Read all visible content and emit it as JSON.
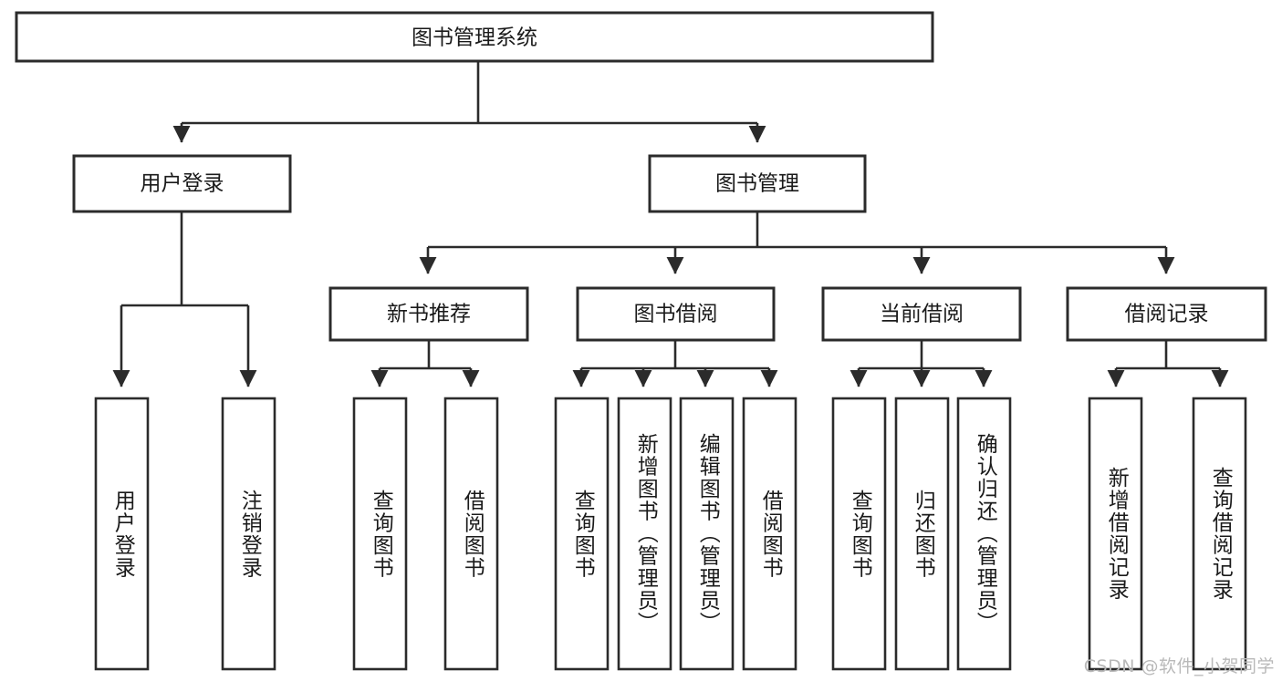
{
  "diagram": {
    "type": "tree",
    "title_node": {
      "id": "root",
      "label": "图书管理系统"
    },
    "level2": [
      {
        "id": "user-login",
        "label": "用户登录"
      },
      {
        "id": "book-manage",
        "label": "图书管理"
      }
    ],
    "level3": [
      {
        "id": "new-book-rec",
        "label": "新书推荐"
      },
      {
        "id": "book-borrow",
        "label": "图书借阅"
      },
      {
        "id": "current-borrow",
        "label": "当前借阅"
      },
      {
        "id": "borrow-record",
        "label": "借阅记录"
      }
    ],
    "leaves": {
      "user_login": [
        {
          "id": "leaf-user-login",
          "label": "用户登录"
        },
        {
          "id": "leaf-logout",
          "label": "注销登录"
        }
      ],
      "new_book_rec": [
        {
          "id": "leaf-query-book-1",
          "label": "查询图书"
        },
        {
          "id": "leaf-borrow-book-1",
          "label": "借阅图书"
        }
      ],
      "book_borrow": [
        {
          "id": "leaf-query-book-2",
          "label": "查询图书"
        },
        {
          "id": "leaf-add-book",
          "label": "新增图书（管理员）"
        },
        {
          "id": "leaf-edit-book",
          "label": "编辑图书（管理员）"
        },
        {
          "id": "leaf-borrow-book-2",
          "label": "借阅图书"
        }
      ],
      "current_borrow": [
        {
          "id": "leaf-query-book-3",
          "label": "查询图书"
        },
        {
          "id": "leaf-return-book",
          "label": "归还图书"
        },
        {
          "id": "leaf-confirm-return",
          "label": "确认归还（管理员）"
        }
      ],
      "borrow_record": [
        {
          "id": "leaf-add-record",
          "label": "新增借阅记录"
        },
        {
          "id": "leaf-query-record",
          "label": "查询借阅记录"
        }
      ]
    }
  },
  "watermark": {
    "text": "CSDN @软件_小贺同学"
  },
  "colors": {
    "box_stroke": "#2b2b2b",
    "box_fill": "#ffffff",
    "text": "#1a1a1a",
    "watermark": "#b9b9b9",
    "background": "#ffffff"
  }
}
